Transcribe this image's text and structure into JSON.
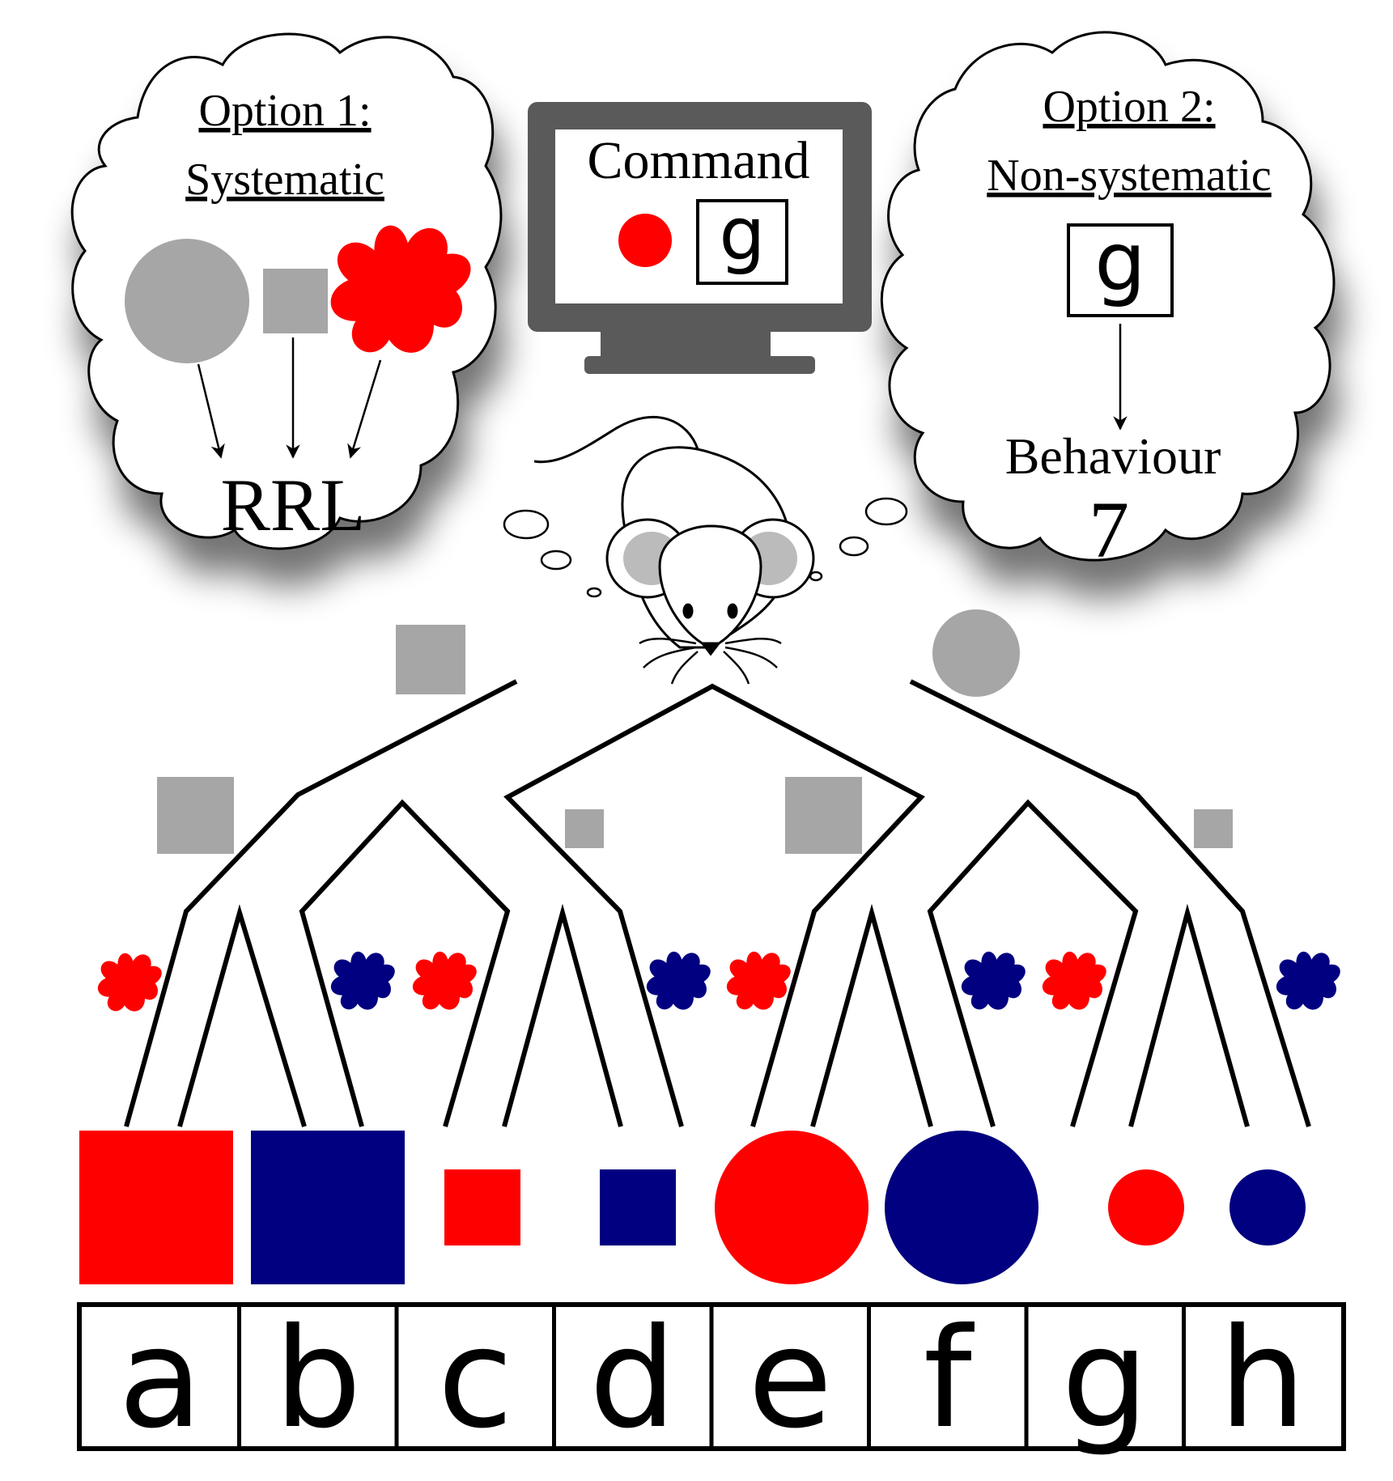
{
  "option1": {
    "heading": "Option 1:",
    "subheading": "Systematic",
    "result": "RRL"
  },
  "option2": {
    "heading": "Option 2:",
    "subheading": "Non-systematic",
    "symbol": "g",
    "outcome_label": "Behaviour",
    "outcome_value": "7"
  },
  "monitor": {
    "title": "Command",
    "symbol": "g"
  },
  "colors": {
    "red": "#ff0000",
    "blue": "#000080",
    "gray": "#a6a6a6",
    "monitor": "#5a5a5a"
  },
  "icons": {
    "color_splat": "splat-icon",
    "subject": "mouse-icon"
  },
  "outcomes": [
    {
      "letter": "a",
      "shape": "square",
      "size": "large",
      "color": "red"
    },
    {
      "letter": "b",
      "shape": "square",
      "size": "large",
      "color": "blue"
    },
    {
      "letter": "c",
      "shape": "square",
      "size": "small",
      "color": "red"
    },
    {
      "letter": "d",
      "shape": "square",
      "size": "small",
      "color": "blue"
    },
    {
      "letter": "e",
      "shape": "circle",
      "size": "large",
      "color": "red"
    },
    {
      "letter": "f",
      "shape": "circle",
      "size": "large",
      "color": "blue"
    },
    {
      "letter": "g",
      "shape": "circle",
      "size": "small",
      "color": "red"
    },
    {
      "letter": "h",
      "shape": "circle",
      "size": "small",
      "color": "blue"
    }
  ]
}
